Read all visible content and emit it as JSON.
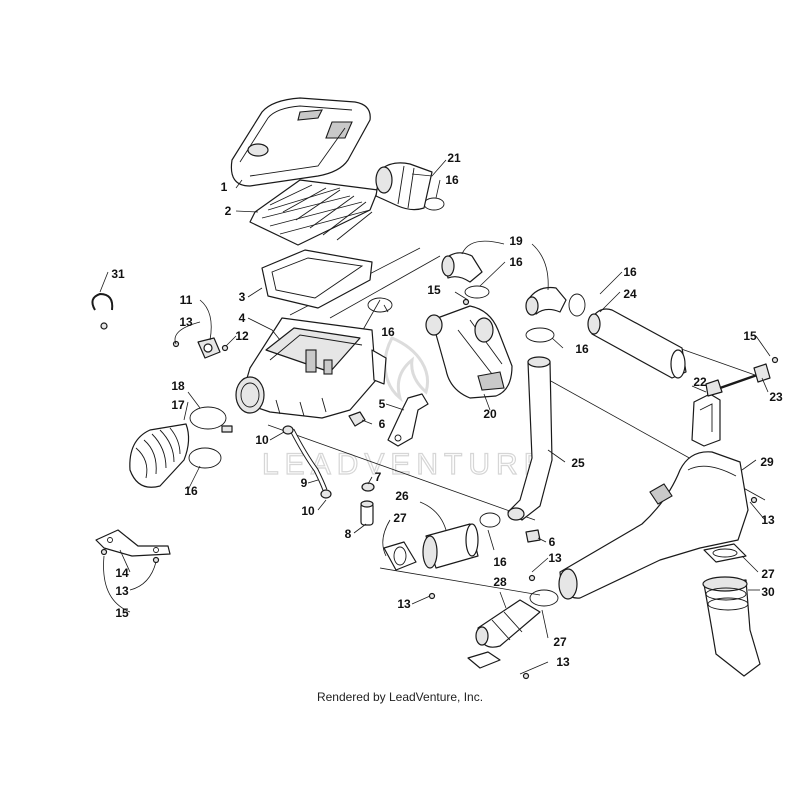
{
  "watermark": "LEADVENTURE",
  "credit": "Rendered by LeadVenture, Inc.",
  "callouts": [
    "1",
    "2",
    "3",
    "4",
    "5",
    "6",
    "6",
    "7",
    "8",
    "9",
    "10",
    "10",
    "11",
    "12",
    "13",
    "13",
    "13",
    "13",
    "13",
    "13",
    "13",
    "14",
    "15",
    "15",
    "15",
    "16",
    "16",
    "16",
    "16",
    "16",
    "16",
    "16",
    "17",
    "18",
    "19",
    "20",
    "21",
    "22",
    "23",
    "24",
    "25",
    "26",
    "27",
    "27",
    "27",
    "27",
    "28",
    "29",
    "30",
    "31"
  ]
}
